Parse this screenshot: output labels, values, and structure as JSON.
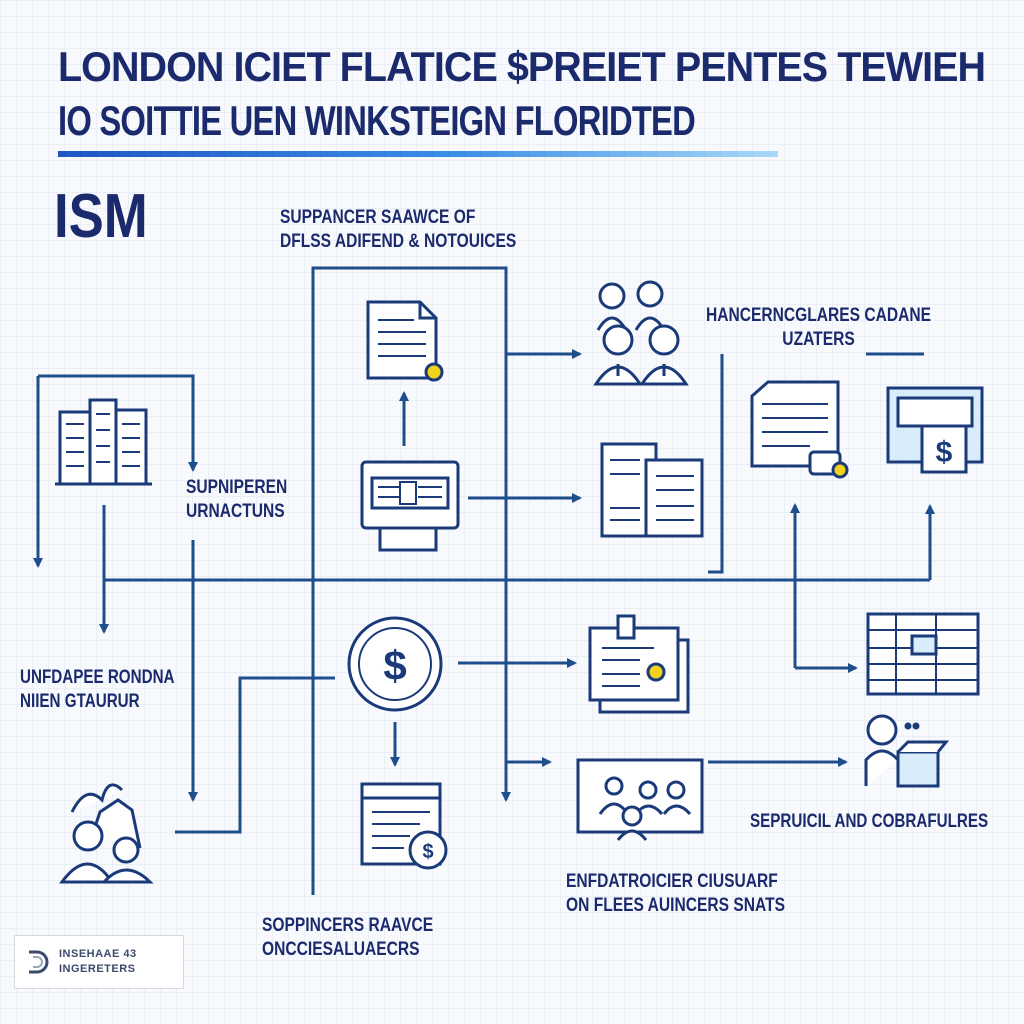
{
  "title": {
    "line1": "LONDON ICIET FLATICE $PREIET PENTES TEWIEH",
    "line2": "IO SOITTIE UEN WINKSTEIGN FLORIDTED"
  },
  "section_label": "ISM",
  "labels": {
    "top_center": "SUPPANCER SAAWCE OF\nDFLSS ADIFEND & NOTOUICES",
    "top_right": "HANCERNCGLARES CADANE\nUZATERS",
    "left_middle": "SUPNIPEREN\nURNACTUNS",
    "left_lower": "UNFDAPEE RONDNA\nNIIEN GTAURUR",
    "bottom_center": "SOPPINCERS RAAVCE\nONCCIESALUAECRS",
    "bottom_right_center": "ENFDATROICIER CIUSUARF\nON FLEES AUINCERS SNATS",
    "right_bottom": "SEPRUICIL AND COBRAFULRES"
  },
  "logo": {
    "line1": "INSEHAAE 43",
    "line2": "INGERETERS"
  },
  "colors": {
    "navy": "#1a2a6c",
    "line_blue": "#1f4e8c",
    "accent_yellow": "#f2d21b",
    "light_blue": "#d9ecfb"
  },
  "icons": [
    "building-icon",
    "document-coin-icon",
    "people-group-icon",
    "terminal-icon",
    "files-icon",
    "dollar-coin-icon",
    "certificate-icon",
    "invoice-dollar-icon",
    "meeting-screen-icon",
    "person-box-icon",
    "report-card-icon",
    "monitor-dollar-icon",
    "spreadsheet-icon",
    "team-icon"
  ]
}
